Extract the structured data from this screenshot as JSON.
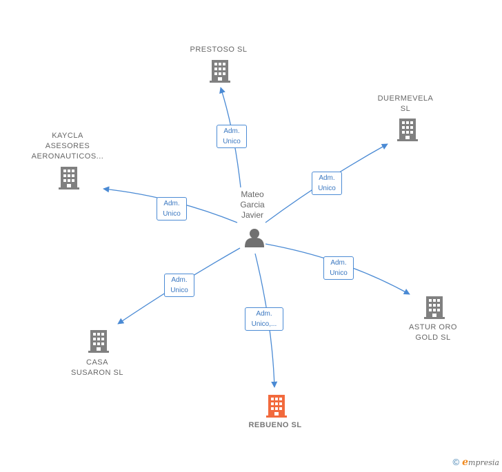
{
  "center": {
    "label": "Mateo\nGarcia\nJavier"
  },
  "companies": [
    {
      "id": "prestoso",
      "label": "PRESTOSO  SL",
      "role": "Adm.\nUnico",
      "highlight": false
    },
    {
      "id": "duermevela",
      "label": "DUERMEVELA\nSL",
      "role": "Adm.\nUnico",
      "highlight": false
    },
    {
      "id": "kaycla",
      "label": "KAYCLA\nASESORES\nAERONAUTICOS...",
      "role": "Adm.\nUnico",
      "highlight": false
    },
    {
      "id": "astur",
      "label": "ASTUR ORO\nGOLD SL",
      "role": "Adm.\nUnico",
      "highlight": false
    },
    {
      "id": "casa",
      "label": "CASA\nSUSARON  SL",
      "role": "Adm.\nUnico",
      "highlight": false
    },
    {
      "id": "rebueno",
      "label": "REBUENO  SL",
      "role": "Adm.\nUnico,...",
      "highlight": true
    }
  ],
  "colors": {
    "edge": "#4a8ad4",
    "building": "#808080",
    "highlight": "#f26a3d",
    "person": "#707070"
  },
  "footer": {
    "copyright": "©",
    "brand_initial": "e",
    "brand_rest": "mpresia"
  }
}
